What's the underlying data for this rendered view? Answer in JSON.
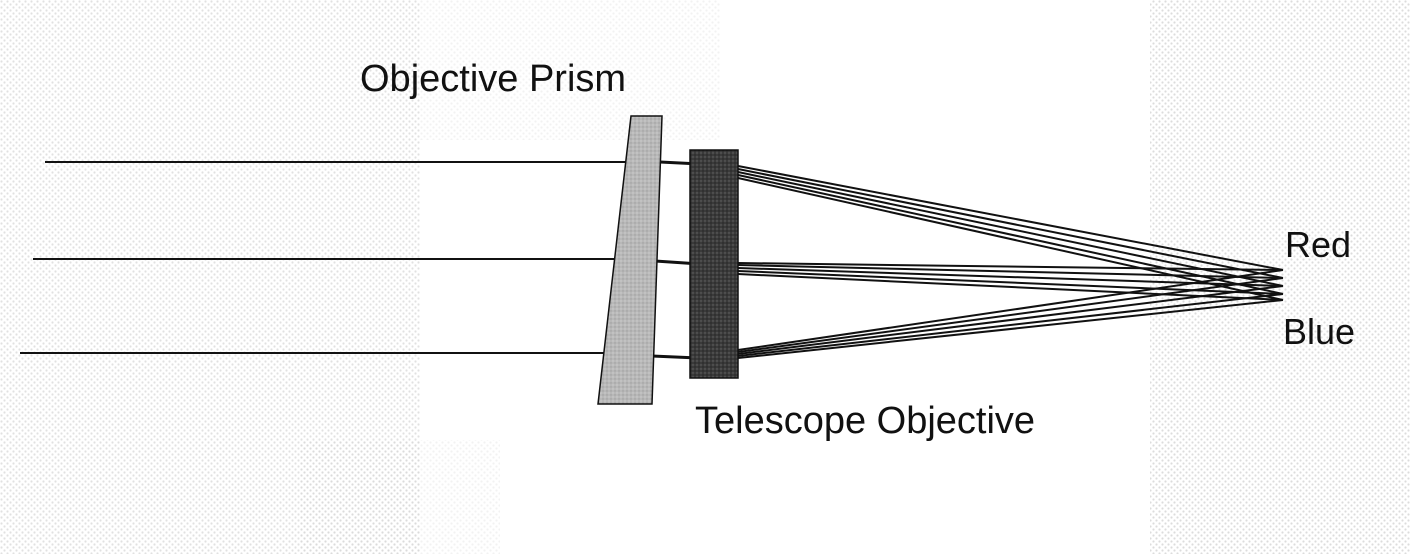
{
  "labels": {
    "objective_prism": "Objective Prism",
    "telescope_objective": "Telescope Objective",
    "red": "Red",
    "blue": "Blue"
  },
  "colors": {
    "background": "#ffffff",
    "texture": "#d8d8d8",
    "ray": "#111111",
    "prism_fill": "#b8b8b8",
    "lens_fill": "#3a3a3a",
    "outline": "#111111"
  }
}
